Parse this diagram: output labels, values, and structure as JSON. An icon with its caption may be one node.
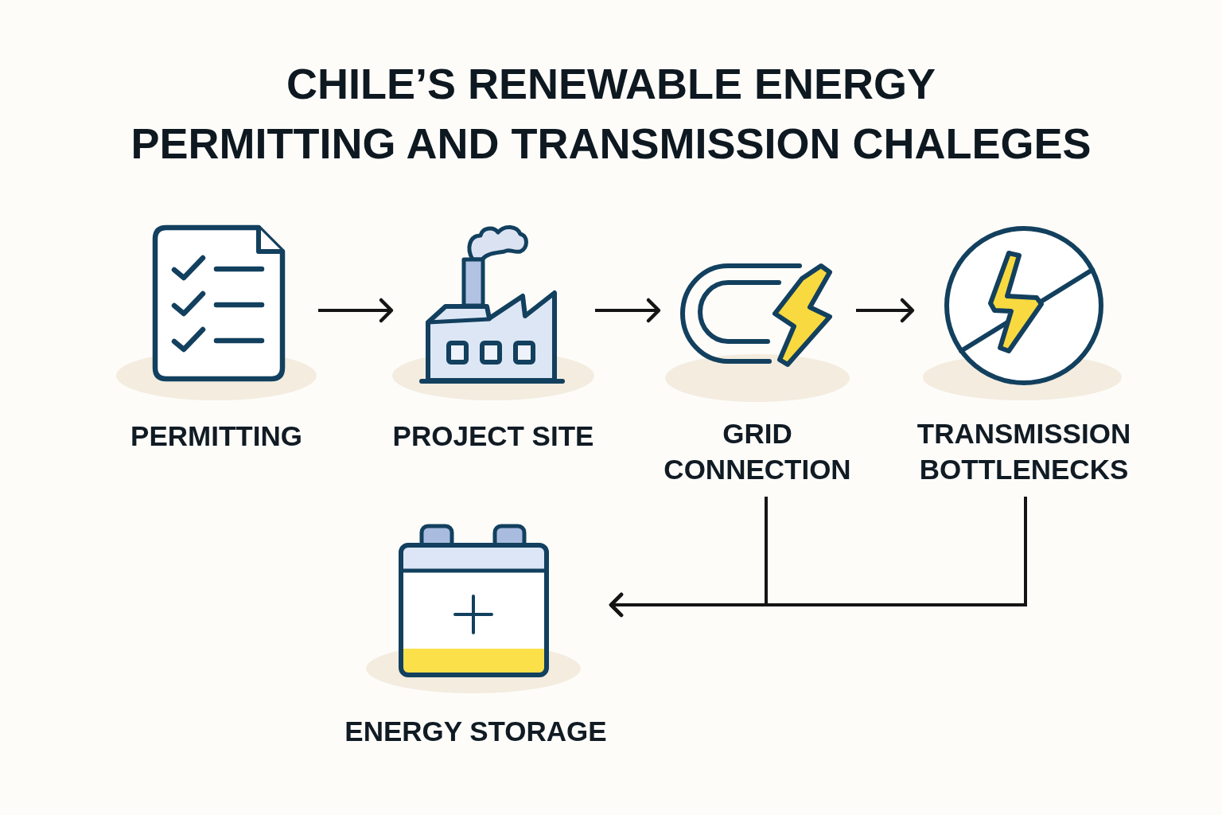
{
  "diagram": {
    "title": "CHILE’S RENEWABLE ENERGY PERMITTING AND TRANSMISSION CHALEGES",
    "nodes": [
      {
        "text": [
          "PERMITTING"
        ]
      },
      {
        "text": [
          "PROJECT SITE"
        ]
      },
      {
        "text": [
          "GRID CONNECTION"
        ]
      },
      {
        "text": [
          "TRANSMISSION BOTTLENECKS"
        ]
      },
      {
        "text": [
          "ENERGY STORAGE"
        ]
      }
    ],
    "edges": [
      {
        "from": 0,
        "to": 1,
        "arrow": "to"
      },
      {
        "from": 1,
        "to": 2,
        "arrow": "to"
      },
      {
        "from": 2,
        "to": 3,
        "arrow": "to"
      },
      {
        "from": 2,
        "to": 4,
        "arrow": "to"
      },
      {
        "from": 3,
        "to": 4,
        "arrow": "to"
      }
    ]
  }
}
